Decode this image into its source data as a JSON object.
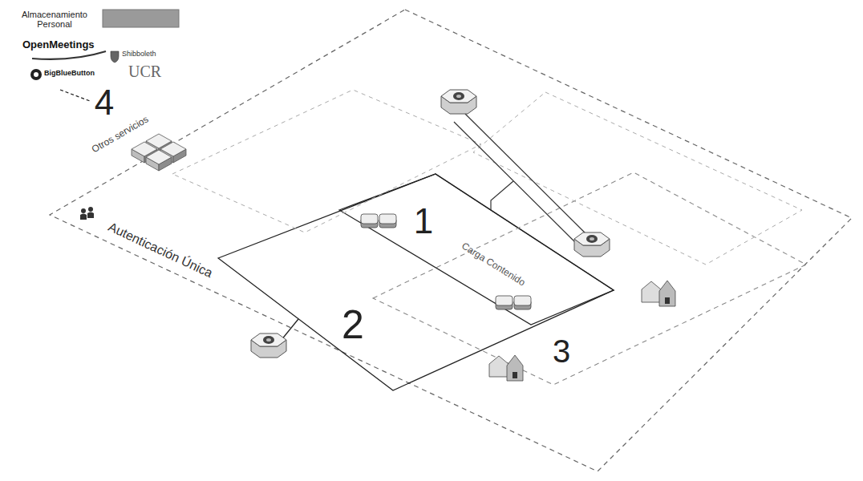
{
  "diagram": {
    "nodes": [
      {
        "text": [
          "Autenticación Única"
        ]
      },
      {
        "text": [
          "2"
        ],
        "in": 0
      },
      {
        "text": [
          "1",
          "Carga Contenido"
        ],
        "in": 1
      },
      {
        "text": [
          "3"
        ],
        "in": 0
      }
    ],
    "labels": [
      "Almacenamiento Personal",
      "OpenMeetings",
      "Shibboleth",
      "BigBlueButton",
      "UCR",
      "4",
      "Otros servicios"
    ]
  }
}
